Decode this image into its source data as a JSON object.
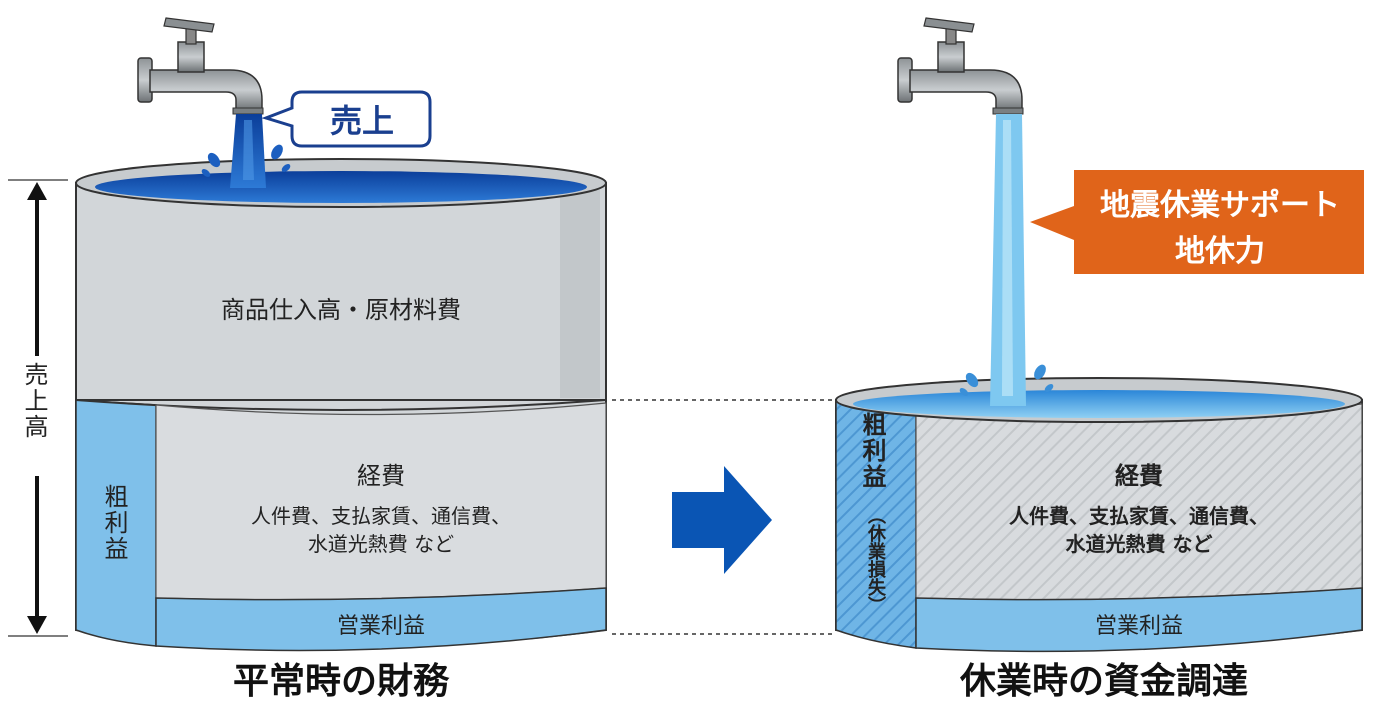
{
  "left": {
    "faucet_label": "売上",
    "sales_axis_label": "売上高",
    "cost_of_goods": "商品仕入高・原材料費",
    "gross_profit": "粗利益",
    "expenses_title": "経費",
    "expenses_detail_1": "人件費、支払家賃、通信費、",
    "expenses_detail_2": "水道光熱費 など",
    "operating_profit": "営業利益",
    "caption": "平常時の財務"
  },
  "right": {
    "support_label_line1": "地震休業サポート",
    "support_label_line2": "地休力",
    "gross_profit": "粗利益",
    "gross_profit_note": "（休業損失）",
    "expenses_title": "経費",
    "expenses_detail_1": "人件費、支払家賃、通信費、",
    "expenses_detail_2": "水道光熱費 など",
    "operating_profit": "営業利益",
    "caption": "休業時の資金調達"
  },
  "colors": {
    "tank_gray": "#d2d6d9",
    "tank_gray_dark": "#a9aeb3",
    "light_blue": "#7fc0ea",
    "water_blue": "#1c5fc0",
    "stream_light": "#7ec8f0",
    "arrow_blue": "#0a55b4",
    "bubble_orange": "#e0641a",
    "bubble_border_blue": "#1a3f8f"
  }
}
